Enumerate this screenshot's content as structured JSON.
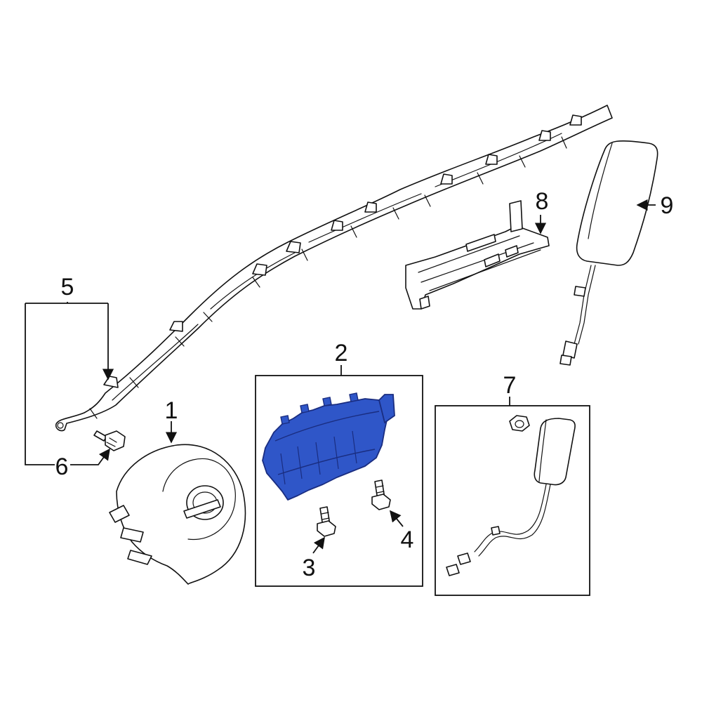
{
  "diagram": {
    "callouts": [
      "1",
      "2",
      "3",
      "4",
      "5",
      "6",
      "7",
      "8",
      "9"
    ],
    "colors": {
      "highlight": "#2f56c8",
      "highlight_dark": "#1a2d80",
      "line": "#111111",
      "background": "#ffffff"
    }
  }
}
